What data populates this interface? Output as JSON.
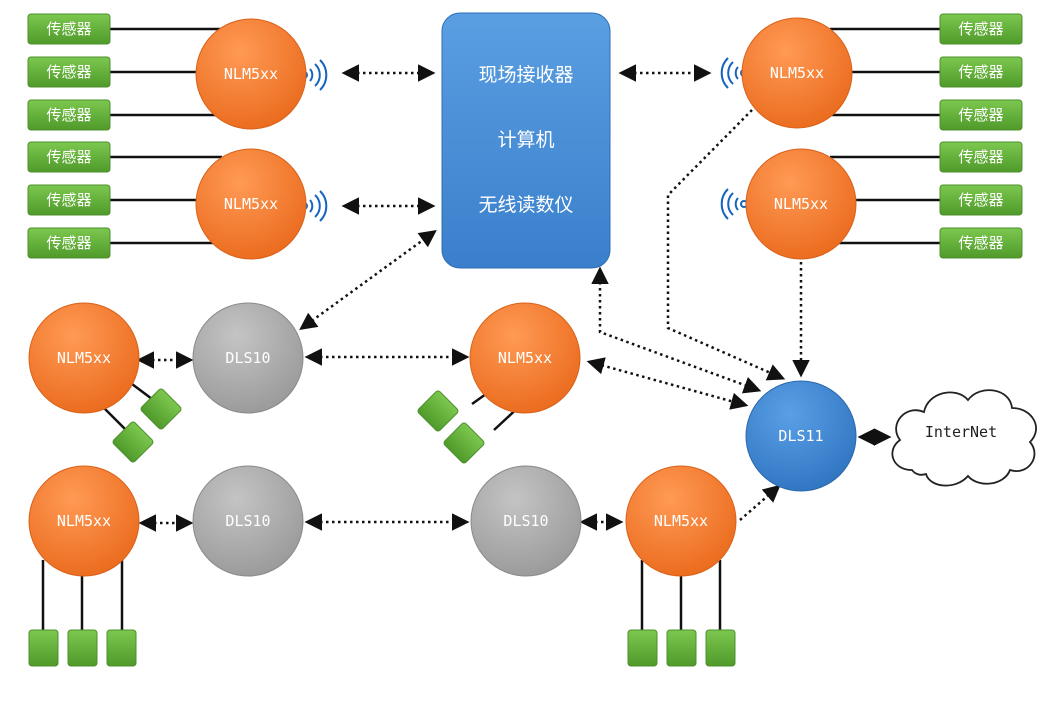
{
  "colors": {
    "orange_node": "#f07a2f",
    "gray_node": "#a9a9a9",
    "blue_node": "#3f86d0",
    "sensor_green": "#5fae35",
    "wave_blue": "#1565c0"
  },
  "sensor_label": "传感器",
  "nodes": {
    "nlm_1": "NLM5xx",
    "nlm_2": "NLM5xx",
    "nlm_3": "NLM5xx",
    "nlm_4": "NLM5xx",
    "nlm_5": "NLM5xx",
    "nlm_6": "NLM5xx",
    "nlm_7": "NLM5xx",
    "nlm_8": "NLM5xx",
    "dls10_1": "DLS10",
    "dls10_2": "DLS10",
    "dls10_3": "DLS10",
    "dls11": "DLS11"
  },
  "hub": {
    "line1": "现场接收器",
    "line2": "计算机",
    "line3": "无线读数仪"
  },
  "cloud": {
    "label": "InterNet"
  }
}
